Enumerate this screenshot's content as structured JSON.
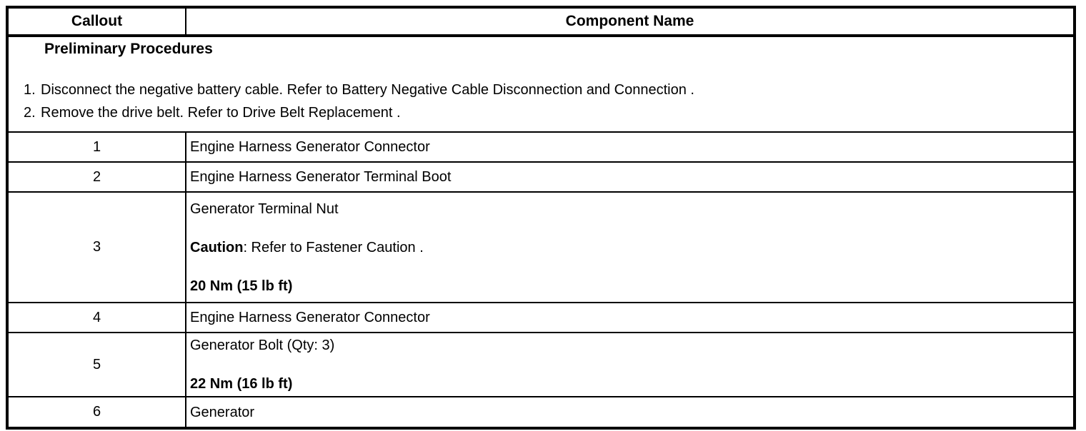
{
  "colors": {
    "border": "#000000",
    "text": "#000000",
    "background": "#ffffff"
  },
  "table": {
    "header": {
      "callout": "Callout",
      "component": "Component Name"
    },
    "preliminary": {
      "title": "Preliminary Procedures",
      "steps": [
        {
          "number": "1.",
          "text": "Disconnect the negative battery cable. Refer to Battery Negative Cable Disconnection and Connection ."
        },
        {
          "number": "2.",
          "text": "Remove the drive belt. Refer to Drive Belt Replacement ."
        }
      ]
    },
    "rows": [
      {
        "callout": "1",
        "lines": [
          {
            "text": "Engine Harness Generator Connector"
          }
        ]
      },
      {
        "callout": "2",
        "lines": [
          {
            "text": "Engine Harness Generator Terminal Boot"
          }
        ]
      },
      {
        "callout": "3",
        "lines": [
          {
            "text": "Generator Terminal Nut"
          },
          {
            "bold": "Caution",
            "rest": ": Refer to Fastener Caution ."
          },
          {
            "text": "20 Nm (15 lb ft)",
            "style": "bold"
          }
        ]
      },
      {
        "callout": "4",
        "lines": [
          {
            "text": "Engine Harness Generator Connector"
          }
        ]
      },
      {
        "callout": "5",
        "lines": [
          {
            "text": "Generator Bolt (Qty: 3)"
          },
          {
            "text": "22 Nm (16 lb ft)",
            "style": "bold"
          }
        ]
      },
      {
        "callout": "6",
        "lines": [
          {
            "text": "Generator"
          }
        ]
      }
    ]
  }
}
